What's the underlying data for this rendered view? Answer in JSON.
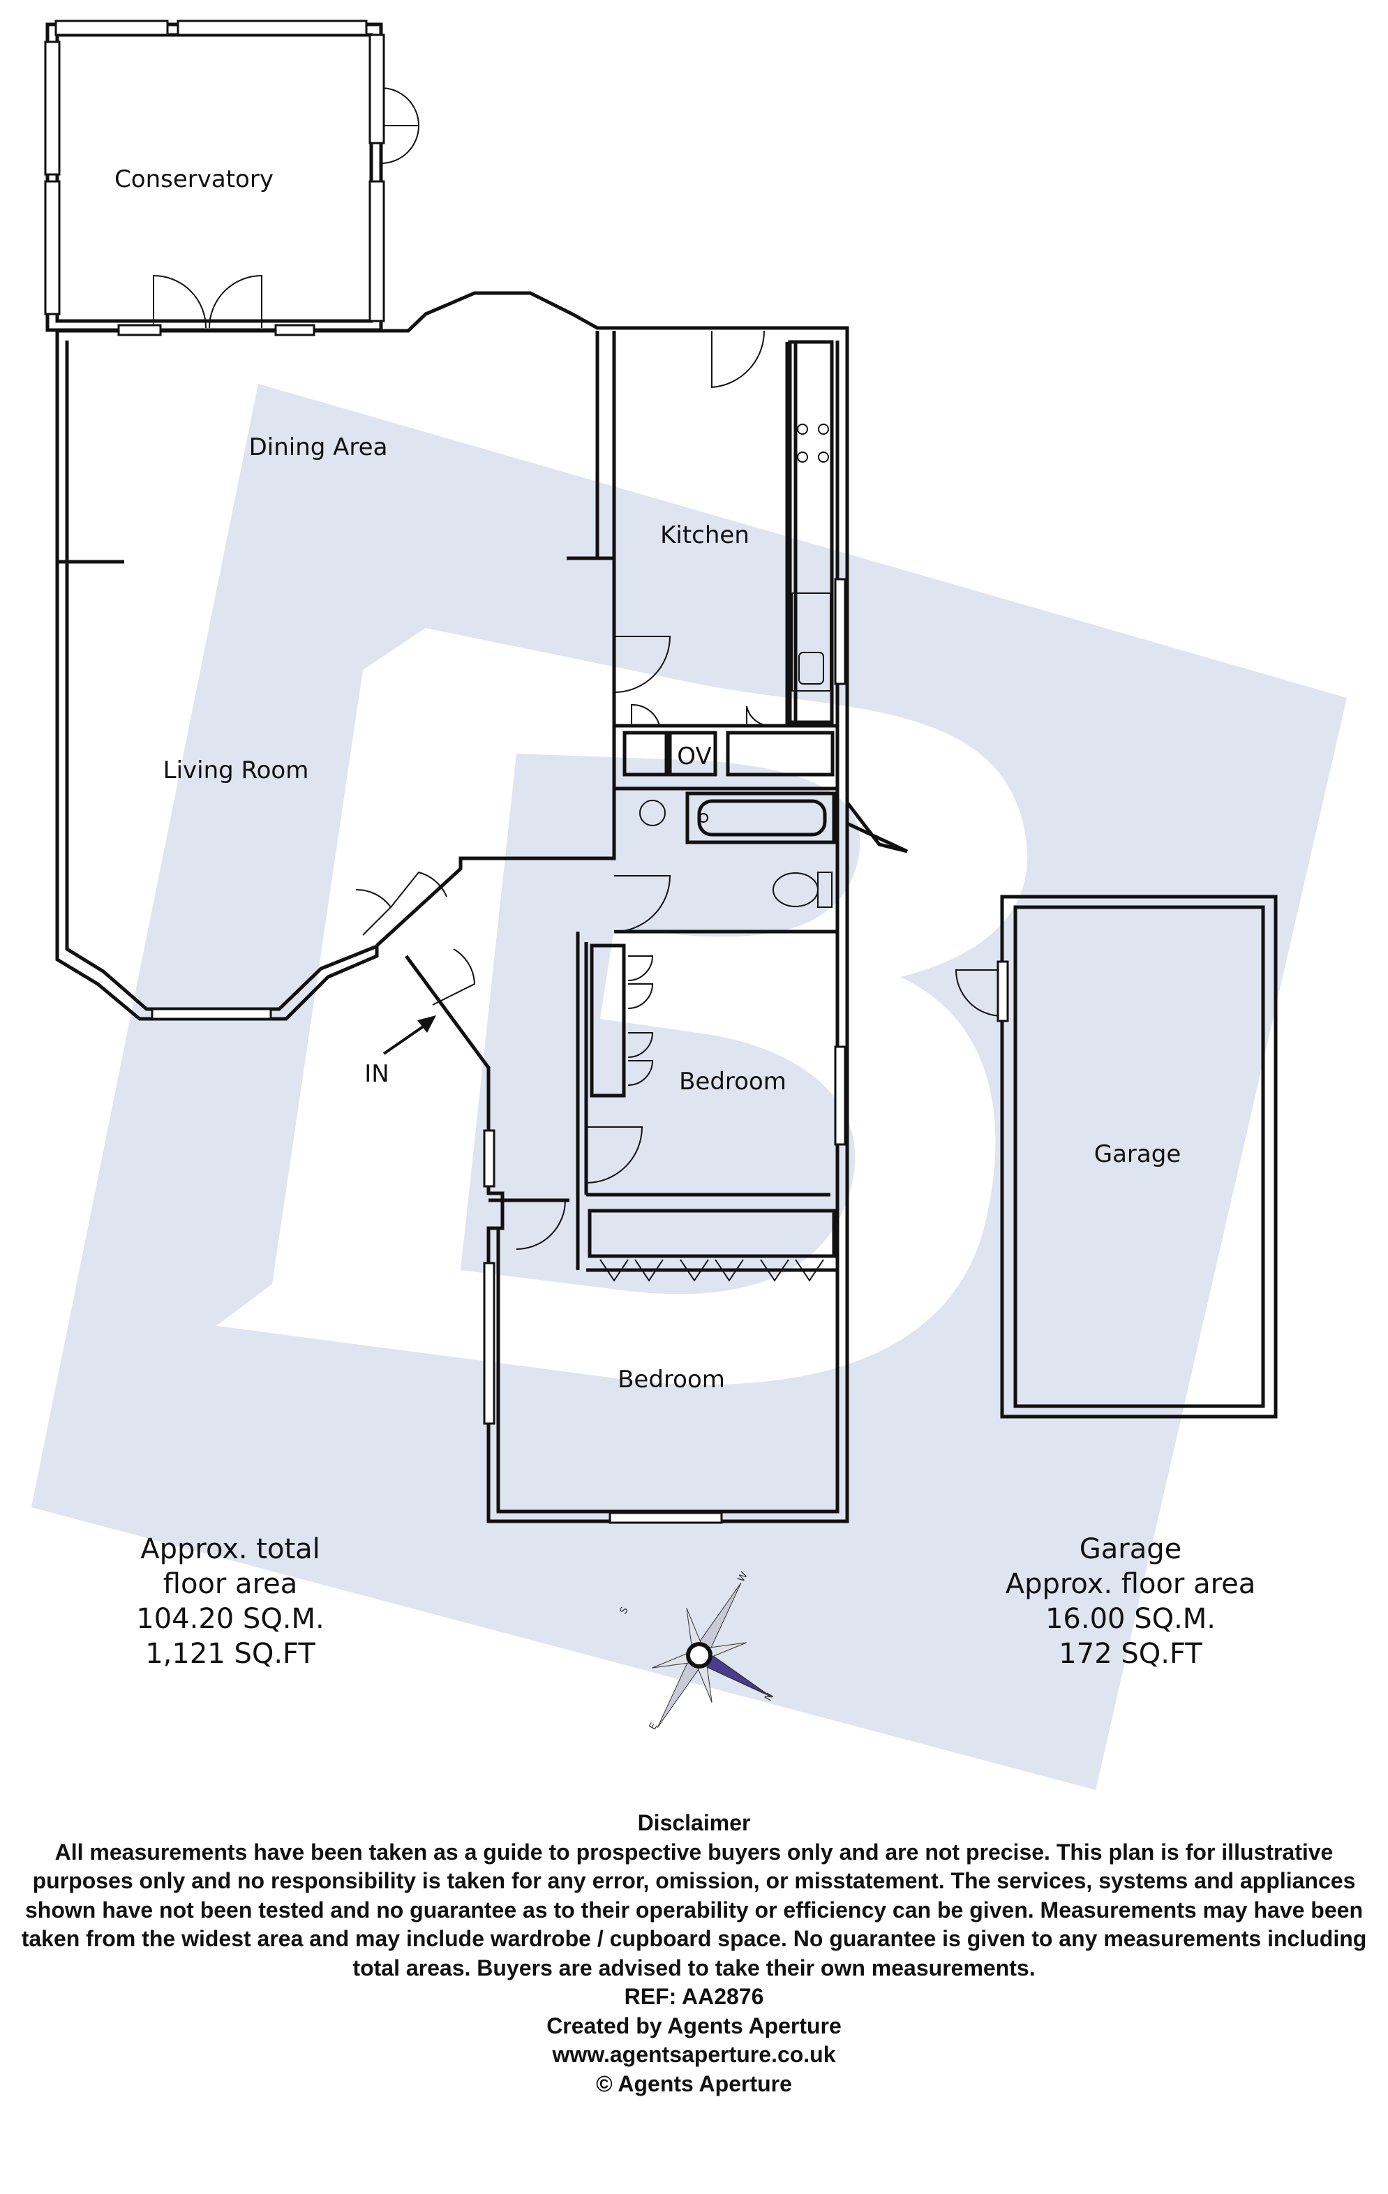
{
  "rooms": {
    "conservatory": "Conservatory",
    "dining_area": "Dining Area",
    "kitchen": "Kitchen",
    "living_room": "Living Room",
    "bedroom_1": "Bedroom",
    "bedroom_2": "Bedroom",
    "garage": "Garage",
    "oven": "OV",
    "entrance": "IN"
  },
  "areas": {
    "total": {
      "line1": "Approx. total",
      "line2": "floor area",
      "line3": "104.20 SQ.M.",
      "line4": "1,121 SQ.FT"
    },
    "garage": {
      "line1": "Garage",
      "line2": "Approx. floor area",
      "line3": "16.00 SQ.M.",
      "line4": "172 SQ.FT"
    }
  },
  "compass": {
    "n": "N",
    "s": "S",
    "e": "E",
    "w": "W"
  },
  "disclaimer": {
    "title": "Disclaimer",
    "body": "All measurements have been taken as a guide to prospective buyers only and are not precise. This plan is for illustrative purposes only and no responsibility is taken for any error, omission, or misstatement. The services, systems and appliances shown have not been tested and no guarantee as to their operability or efficiency can be given. Measurements may have been taken from the widest area and may include wardrobe / cupboard space. No guarantee is given to any measurements including total areas. Buyers are advised to take their own measurements.",
    "ref": "REF: AA2876",
    "created_by": "Created by Agents Aperture",
    "website": "www.agentsaperture.co.uk",
    "copyright": "© Agents Aperture"
  },
  "colors": {
    "watermark": "#dfe4f1",
    "walls": "#111111",
    "compass_needle": "#4a3d8f"
  }
}
